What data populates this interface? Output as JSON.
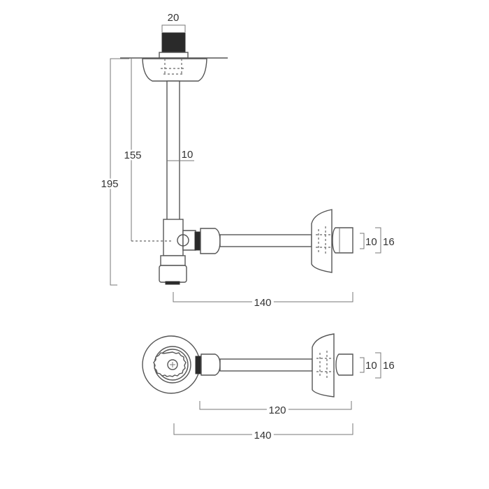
{
  "side_view": {
    "dim_inlet_diameter": "20",
    "dim_total_height": "195",
    "dim_outlet_height": "155",
    "dim_pipe_diameter": "10",
    "dim_length": "140",
    "dim_tube_diameter": "10",
    "dim_nut_diameter": "16"
  },
  "top_view": {
    "dim_tube_diameter": "10",
    "dim_nut_diameter": "16",
    "dim_pipe_length": "120",
    "dim_length": "140"
  }
}
